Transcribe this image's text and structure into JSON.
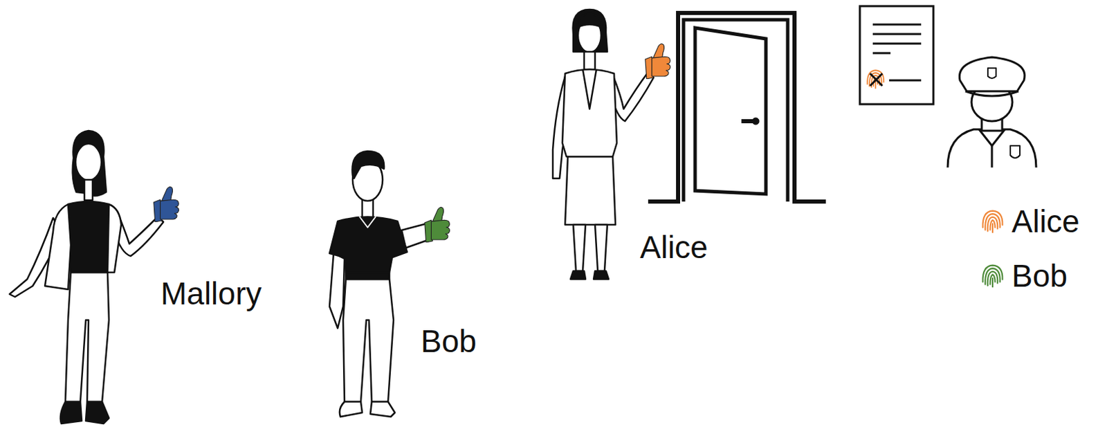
{
  "diagram": {
    "labels": [
      "Mallory",
      "Bob",
      "Alice"
    ],
    "legend": [
      {
        "text": "Alice",
        "color": "#f0883a"
      },
      {
        "text": "Bob",
        "color": "#4e8b3a"
      }
    ]
  }
}
